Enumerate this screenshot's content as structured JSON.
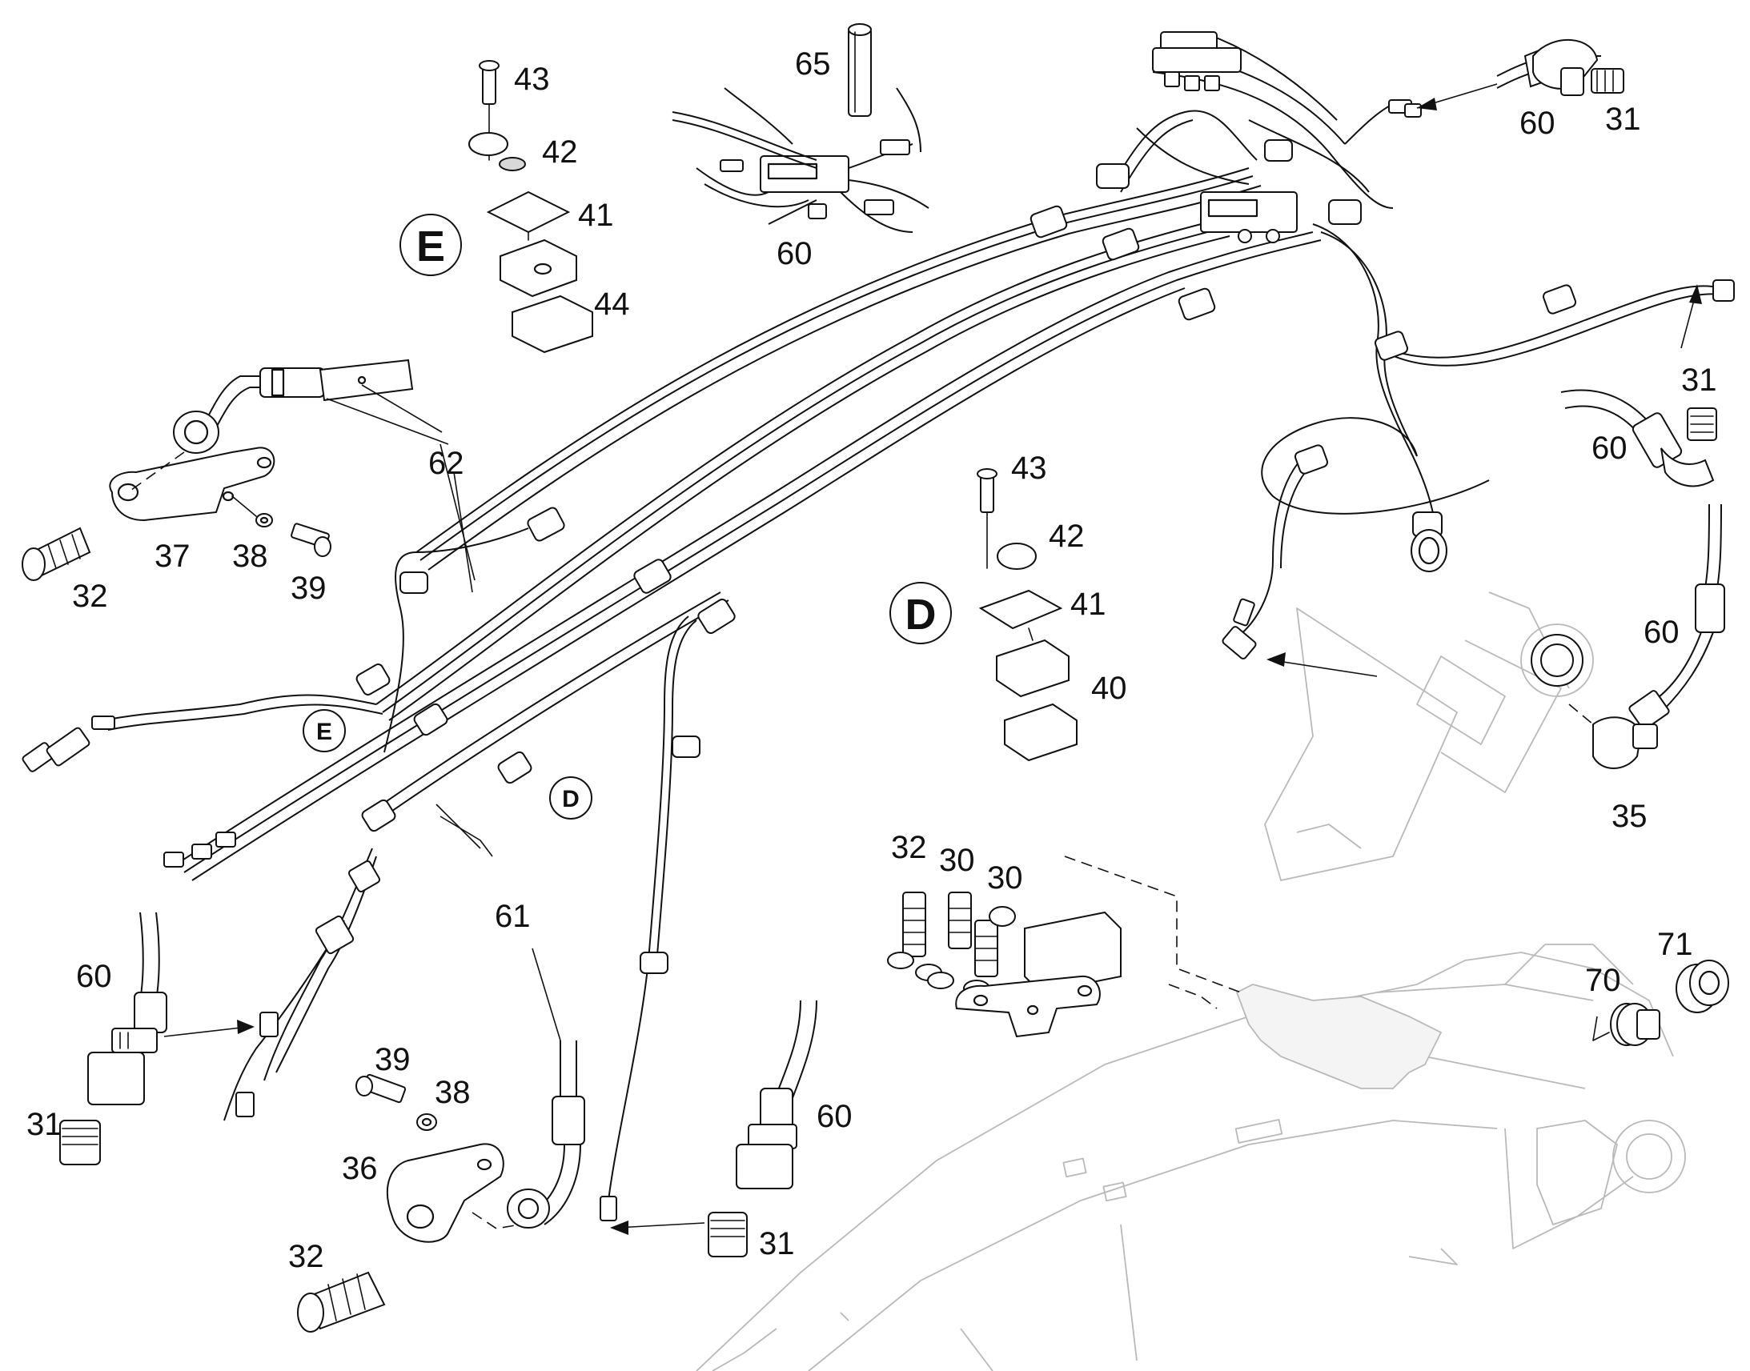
{
  "details": [
    {
      "id": "E",
      "label": "E"
    },
    {
      "id": "D",
      "label": "D"
    }
  ],
  "detail_refs": [
    {
      "label": "E"
    },
    {
      "label": "D"
    }
  ],
  "callouts": [
    {
      "id": "c43a",
      "label": "43"
    },
    {
      "id": "c42a",
      "label": "42"
    },
    {
      "id": "c41a",
      "label": "41"
    },
    {
      "id": "c44",
      "label": "44"
    },
    {
      "id": "c65",
      "label": "65"
    },
    {
      "id": "c60a",
      "label": "60"
    },
    {
      "id": "c60b",
      "label": "60"
    },
    {
      "id": "c31a",
      "label": "31"
    },
    {
      "id": "c31b",
      "label": "31"
    },
    {
      "id": "c60c",
      "label": "60"
    },
    {
      "id": "c62",
      "label": "62"
    },
    {
      "id": "c37",
      "label": "37"
    },
    {
      "id": "c38a",
      "label": "38"
    },
    {
      "id": "c39a",
      "label": "39"
    },
    {
      "id": "c32a",
      "label": "32"
    },
    {
      "id": "c43b",
      "label": "43"
    },
    {
      "id": "c42b",
      "label": "42"
    },
    {
      "id": "c41b",
      "label": "41"
    },
    {
      "id": "c40",
      "label": "40"
    },
    {
      "id": "c60d",
      "label": "60"
    },
    {
      "id": "c35",
      "label": "35"
    },
    {
      "id": "c61",
      "label": "61"
    },
    {
      "id": "c60e",
      "label": "60"
    },
    {
      "id": "c31c",
      "label": "31"
    },
    {
      "id": "c39b",
      "label": "39"
    },
    {
      "id": "c38b",
      "label": "38"
    },
    {
      "id": "c36",
      "label": "36"
    },
    {
      "id": "c32b",
      "label": "32"
    },
    {
      "id": "c60f",
      "label": "60"
    },
    {
      "id": "c31d",
      "label": "31"
    },
    {
      "id": "c32c",
      "label": "32"
    },
    {
      "id": "c30a",
      "label": "30"
    },
    {
      "id": "c30b",
      "label": "30"
    },
    {
      "id": "c70",
      "label": "70"
    },
    {
      "id": "c71",
      "label": "71"
    }
  ],
  "colors": {
    "ink": "#111111",
    "ghost": "#b9b9b9",
    "paper": "#ffffff"
  }
}
